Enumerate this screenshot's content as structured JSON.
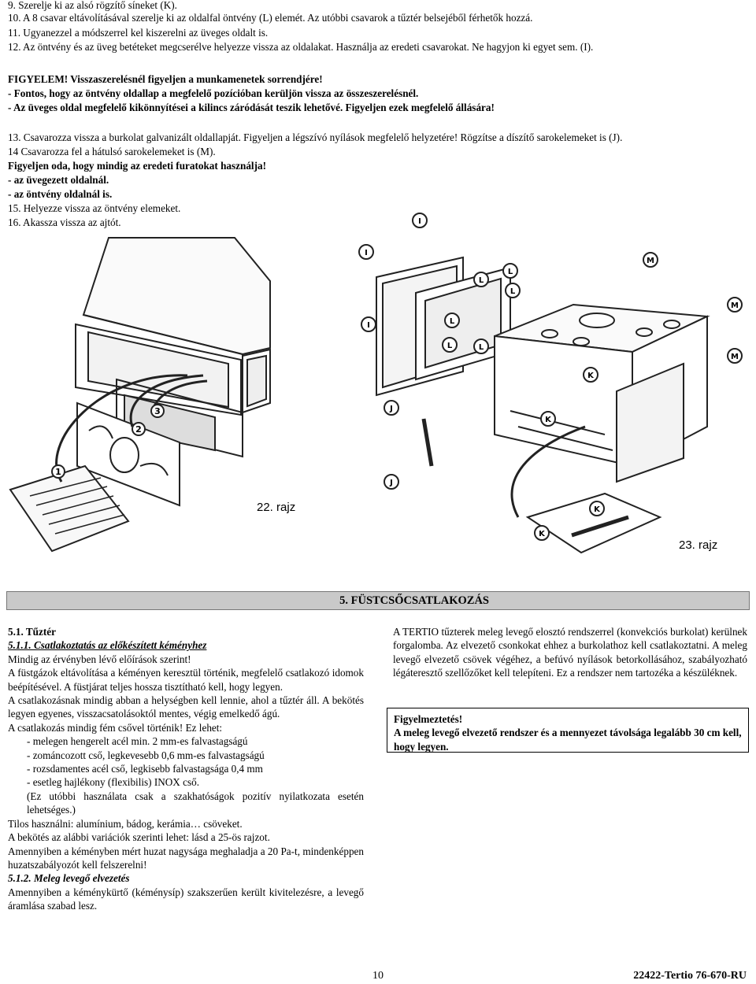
{
  "top_lines": [
    "9. Szerelje ki az alsó rögzítő síneket (K).",
    "10. A 8 csavar eltávolításával szerelje ki az oldalfal öntvény (L) elemét. Az utóbbi csavarok a tűztér belsejéből férhetők hozzá.",
    "11. Ugyanezzel a módszerrel kel kiszerelni az üveges oldalt is.",
    "12. Az öntvény és az üveg betéteket megcserélve helyezze vissza az oldalakat. Használja az eredeti csavarokat. Ne hagyjon ki egyet sem. (I)."
  ],
  "warning_block": [
    "FIGYELEM! Visszaszerelésnél figyeljen a munkamenetek sorrendjére!",
    "- Fontos, hogy az öntvény oldallap a megfelelő pozícióban kerüljön vissza az összeszerelésnél.",
    "- Az üveges oldal megfelelő kikönnyítései a kilincs záródását teszik lehetővé. Figyeljen ezek megfelelő állására!"
  ],
  "steps_block": [
    {
      "text": "13. Csavarozza vissza a burkolat galvanizált oldallapját. Figyeljen a légszívó nyílások megfelelő helyzetére! Rögzítse a díszítő sarokelemeket is (J).",
      "bold": false
    },
    {
      "text": "14 Csavarozza fel a hátulsó sarokelemeket is (M).",
      "bold": false
    },
    {
      "text": "Figyeljen oda, hogy mindig az eredeti furatokat használja!",
      "bold": true
    },
    {
      "text": "- az üvegezett oldalnál.",
      "bold": true
    },
    {
      "text": "- az öntvény oldalnál is.",
      "bold": true
    },
    {
      "text": "15. Helyezze vissza az öntvény elemeket.",
      "bold": false
    },
    {
      "text": "16. Akassza vissza az ajtót.",
      "bold": false
    }
  ],
  "figure": {
    "caption_22": "22. rajz",
    "caption_23": "23. rajz",
    "labels": {
      "I": "I",
      "L": "L",
      "M": "M",
      "J": "J",
      "K": "K",
      "n1": "1",
      "n2": "2",
      "n3": "3"
    }
  },
  "section_title": "5. FÜSTCSŐCSATLAKOZÁS",
  "left": {
    "h1": "5.1. Tűztér",
    "h2": "5.1.1. Csatlakoztatás az előkészített kéményhez",
    "p1": "Mindig az érvényben lévő előírások szerint!",
    "p2": "A füstgázok eltávolítása a kéményen keresztül történik, megfelelő csatlakozó idomok beépítésével. A füstjárat teljes hossza tisztítható kell, hogy legyen.",
    "p3": "A csatlakozásnak mindig abban a helységben kell lennie, ahol a tűztér áll. A bekötés legyen egyenes, visszacsatolásoktól mentes, végig emelkedő ágú.",
    "p4": "A csatlakozás mindig fém csővel történik! Ez lehet:",
    "list": [
      "- melegen hengerelt acél  min. 2 mm-es falvastagságú",
      "- zománcozott cső, legkevesebb 0,6 mm-es falvastagságú",
      "- rozsdamentes acél cső, legkisebb falvastagsága 0,4 mm",
      "- esetleg hajlékony (flexibilis) INOX cső."
    ],
    "note": "(Ez utóbbi használata csak a szakhatóságok pozitív nyilatkozata esetén lehetséges.)",
    "p5": "Tilos használni: alumínium, bádog, kerámia… csöveket.",
    "p6": "A bekötés az alábbi variációk szerinti lehet: lásd a 25-ös rajzot.",
    "p7": "Amennyiben a kéményben mért huzat nagysága meghaladja a 20 Pa-t, mindenképpen huzatszabályozót kell felszerelni!",
    "h3": "5.1.2. Meleg levegő elvezetés",
    "p8": "Amennyiben a kéménykürtő (kéménysíp) szakszerűen került kivitelezésre, a levegő áramlása szabad lesz."
  },
  "right": {
    "p1": "A TERTIO tűzterek meleg levegő elosztó rendszerrel (konvekciós burkolat) kerülnek forgalomba. Az elvezető csonkokat ehhez a burkolathoz kell csatlakoztatni. A meleg levegő elvezető csövek végéhez, a befúvó nyílások betorkollásához, szabályozható légáteresztő szellőzőket kell telepíteni. Ez a rendszer nem tartozéka a készüléknek.",
    "warn_title": "Figyelmeztetés!",
    "warn_text": "A meleg levegő elvezető rendszer és a mennyezet távolsága legalább 30 cm kell, hogy legyen."
  },
  "footer": {
    "page": "10",
    "code": "22422-Tertio 76-670-RU"
  }
}
